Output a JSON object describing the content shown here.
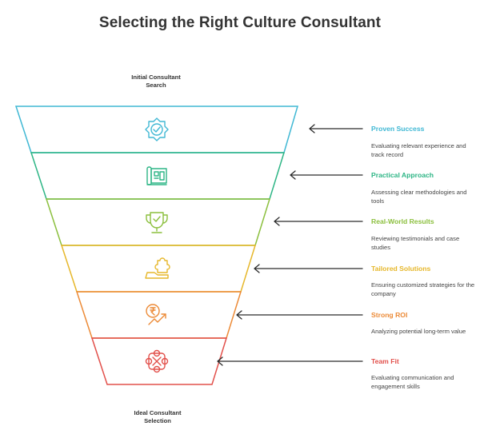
{
  "title": "Selecting the Right Culture Consultant",
  "top_caption": "Initial Consultant\nSearch",
  "bottom_caption": "Ideal Consultant\nSelection",
  "stages": [
    {
      "title": "Proven Success",
      "description": "Evaluating relevant experience and track record",
      "color": "#40b8d4",
      "icon": "badge-check-icon"
    },
    {
      "title": "Practical Approach",
      "description": "Assessing clear methodologies and tools",
      "color": "#2db585",
      "icon": "blueprint-icon"
    },
    {
      "title": "Real-World Results",
      "description": "Reviewing testimonials and case studies",
      "color": "#8bbf3d",
      "icon": "trophy-icon"
    },
    {
      "title": "Tailored Solutions",
      "description": "Ensuring customized strategies for the company",
      "color": "#e6b72a",
      "icon": "puzzle-hand-icon"
    },
    {
      "title": "Strong ROI",
      "description": "Analyzing potential long-term value",
      "color": "#ec8a36",
      "icon": "rupee-growth-icon"
    },
    {
      "title": "Team Fit",
      "description": "Evaluating communication and engagement skills",
      "color": "#e2504b",
      "icon": "team-puzzle-icon"
    }
  ]
}
